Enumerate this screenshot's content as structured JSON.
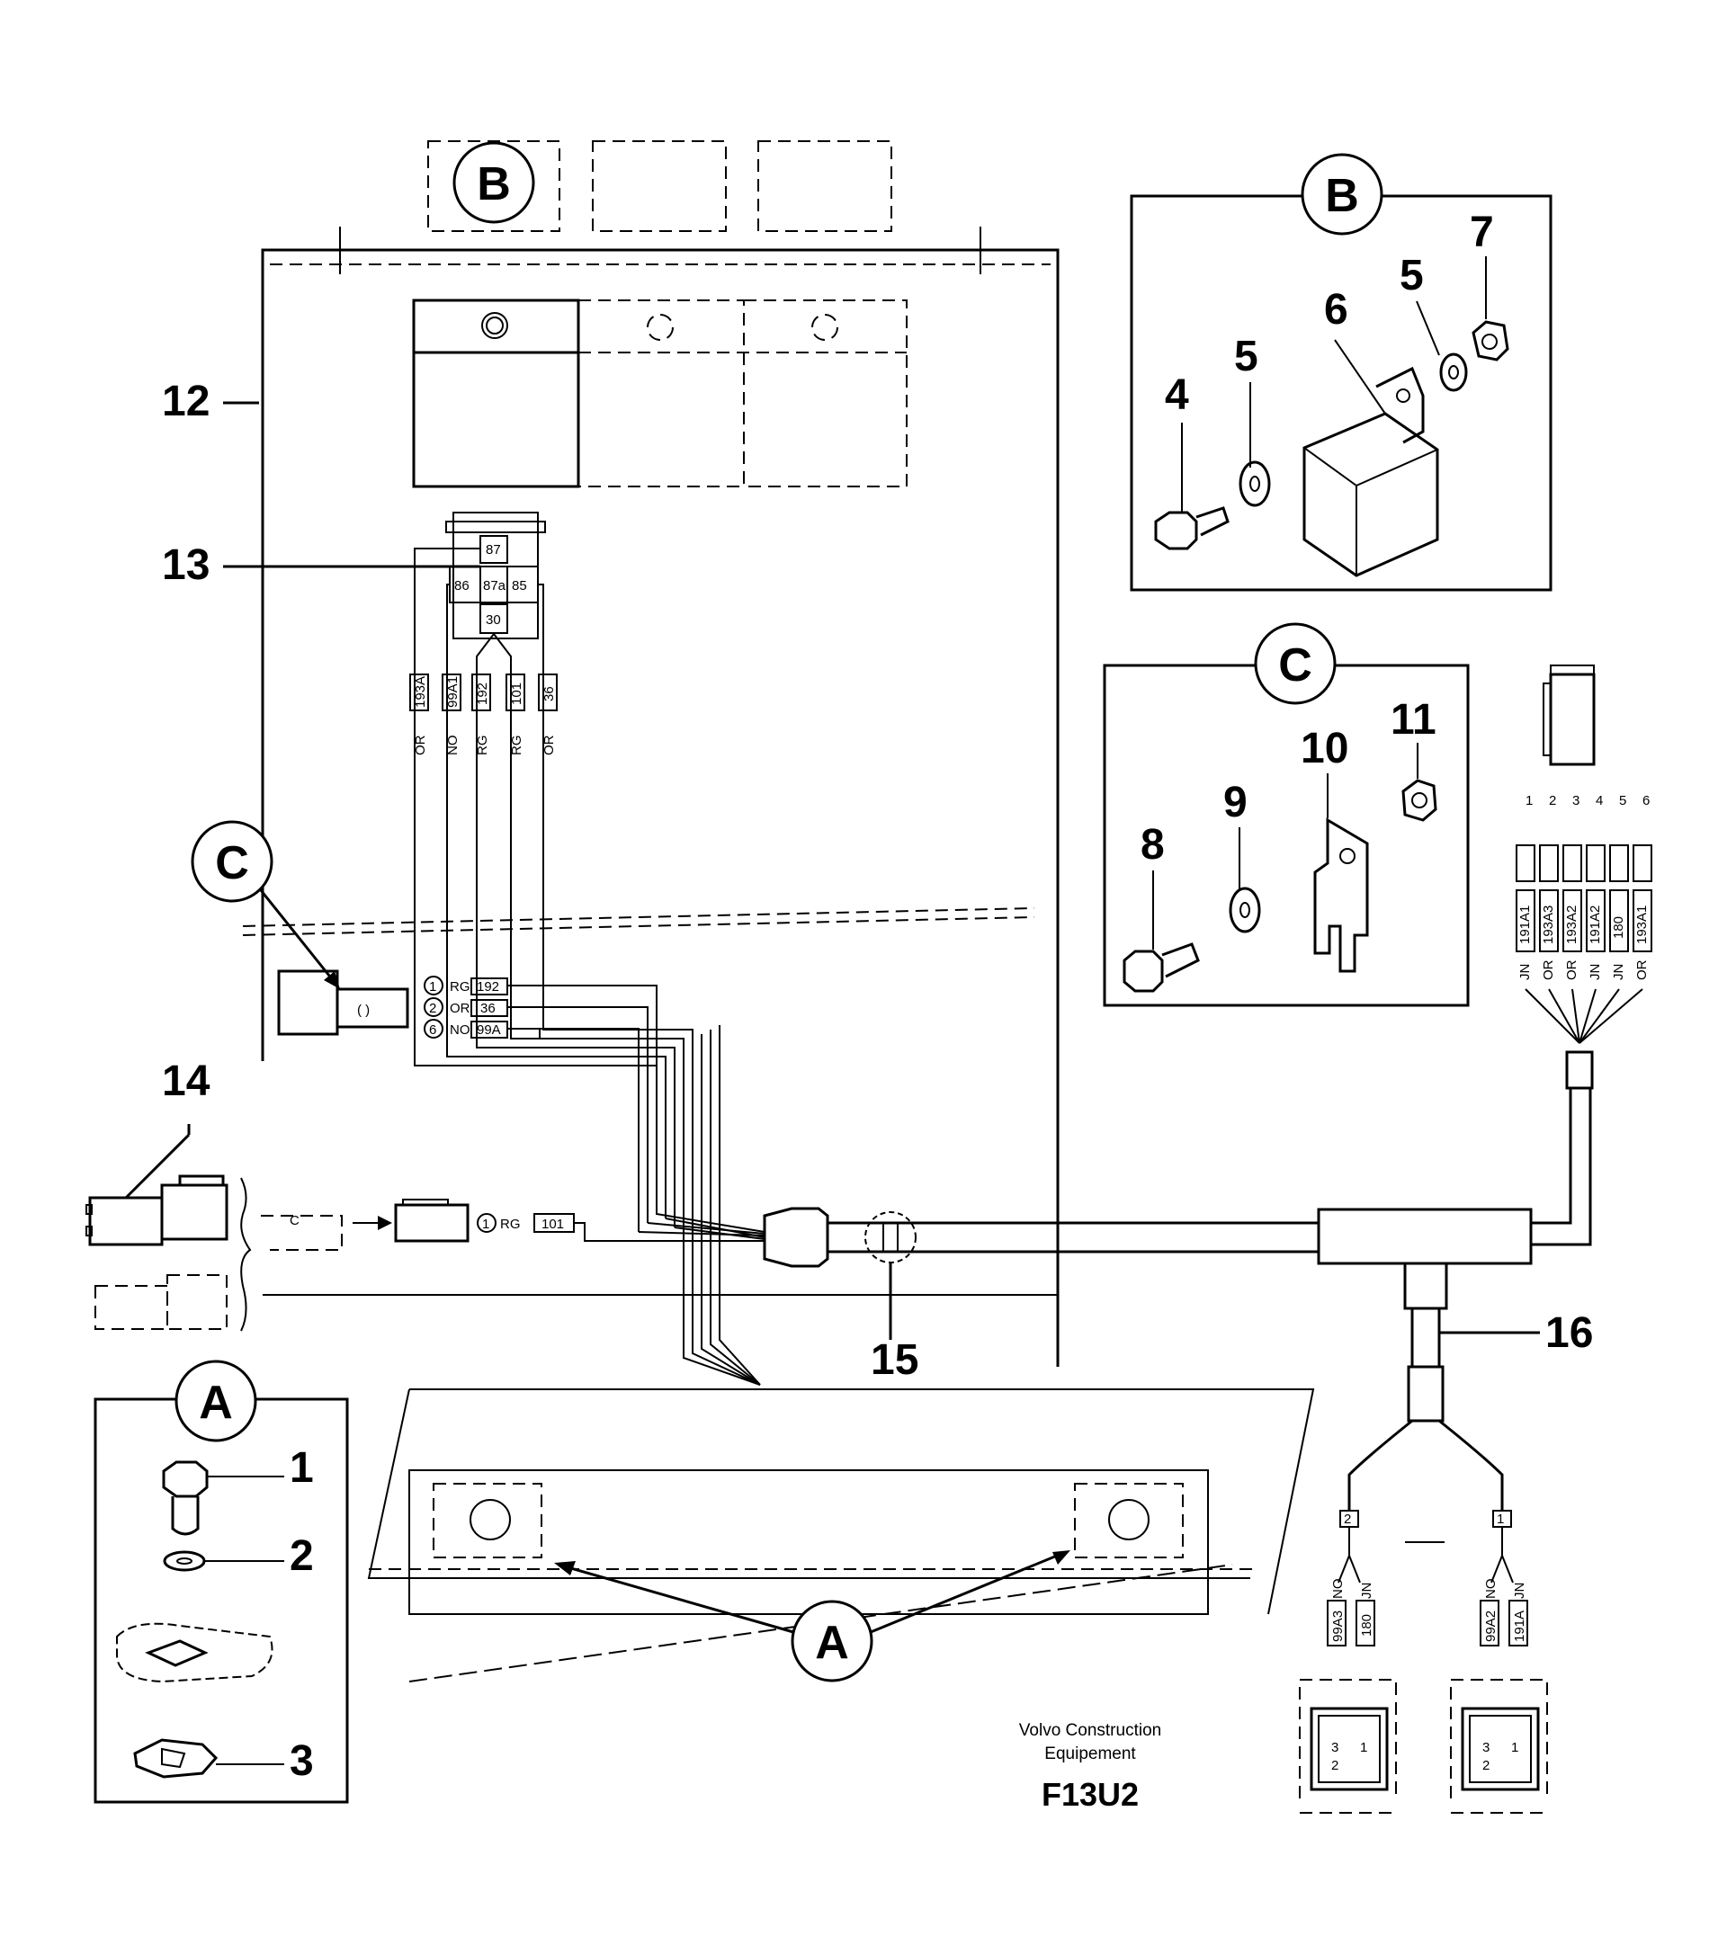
{
  "detail_views": {
    "b": {
      "label": "B",
      "parts": [
        "4",
        "5",
        "6",
        "5",
        "7"
      ]
    },
    "c": {
      "label": "C",
      "parts": [
        "8",
        "9",
        "10",
        "11"
      ]
    },
    "a": {
      "label": "A",
      "parts": [
        "1",
        "2",
        "3"
      ]
    }
  },
  "main_callouts": {
    "cab_panel": "12",
    "relay": "13",
    "connector": "14",
    "clip": "15",
    "harness": "16"
  },
  "view_refs": {
    "b": "B",
    "c": "C",
    "a": "A"
  },
  "relay_terminals": [
    "87",
    "86",
    "87a",
    "85",
    "30"
  ],
  "relay_wires": [
    {
      "color": "OR",
      "id": "193A"
    },
    {
      "color": "NO",
      "id": "99A1"
    },
    {
      "color": "RG",
      "id": "192"
    },
    {
      "color": "RG",
      "id": "101"
    },
    {
      "color": "OR",
      "id": "36"
    }
  ],
  "relay_connector_pins": [
    {
      "pin": "1",
      "color": "RG",
      "id": "192"
    },
    {
      "pin": "2",
      "color": "OR",
      "id": "36"
    },
    {
      "pin": "6",
      "color": "NO",
      "id": "99A"
    }
  ],
  "connector_14_pin": {
    "pin": "1",
    "color": "RG",
    "id": "101"
  },
  "right_connector_pins": [
    {
      "pin": "1",
      "id": "191A1",
      "color": "JN"
    },
    {
      "pin": "2",
      "id": "193A3",
      "color": "OR"
    },
    {
      "pin": "3",
      "id": "193A2",
      "color": "OR"
    },
    {
      "pin": "4",
      "id": "191A2",
      "color": "JN"
    },
    {
      "pin": "5",
      "id": "180",
      "color": "JN"
    },
    {
      "pin": "6",
      "id": "193A1",
      "color": "OR"
    }
  ],
  "branch_tags": [
    "2",
    "1"
  ],
  "lamp_left": {
    "wires": [
      {
        "color": "NO",
        "id": "99A3"
      },
      {
        "color": "JN",
        "id": "180"
      }
    ],
    "pins": [
      "3",
      "1",
      "2"
    ]
  },
  "lamp_right": {
    "wires": [
      {
        "color": "NO",
        "id": "99A2"
      },
      {
        "color": "JN",
        "id": "191A"
      }
    ],
    "pins": [
      "3",
      "1",
      "2"
    ]
  },
  "footer": {
    "company_line1": "Volvo Construction",
    "company_line2": "Equipement",
    "figure_code": "F13U2"
  }
}
